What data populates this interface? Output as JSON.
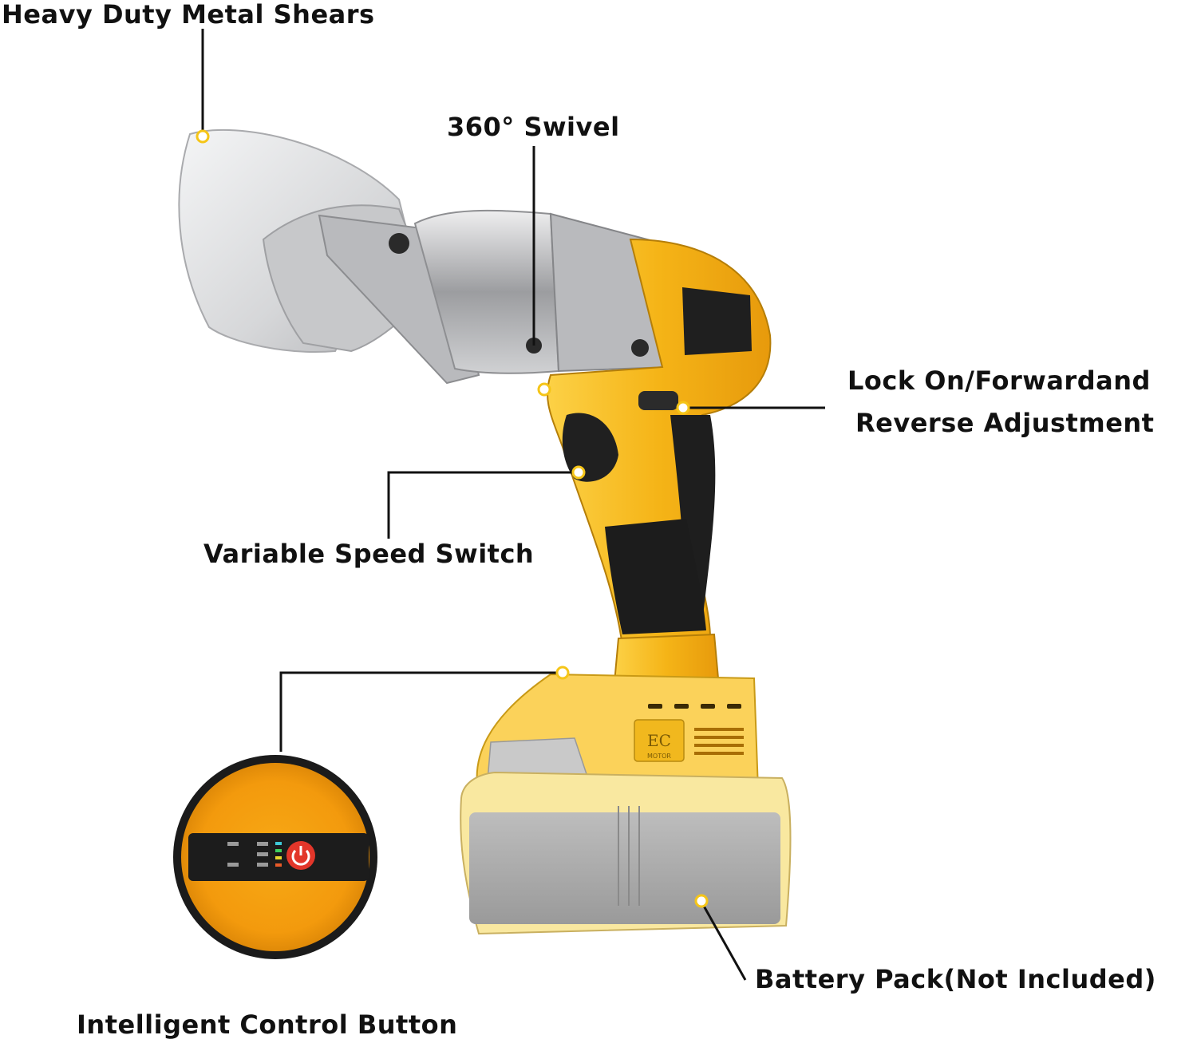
{
  "labels": {
    "heavy_duty": "Heavy Duty Metal Shears",
    "swivel": "360° Swivel",
    "lock_line1": "Lock On/Forwardand",
    "lock_line2": "Reverse Adjustment",
    "speed_switch": "Variable Speed Switch",
    "battery": "Battery Pack(Not Included)",
    "control_button": "Intelligent Control Button"
  },
  "badge_text": "EC",
  "badge_subtext": "MOTOR",
  "colors": {
    "tool_yellow": "#f6b81a",
    "tool_black": "#1c1c1c",
    "blade_silver": "#d9dadc",
    "battery_gray": "#a8a8a8",
    "callout_line": "#111111",
    "callout_dot": "#f5c518"
  }
}
